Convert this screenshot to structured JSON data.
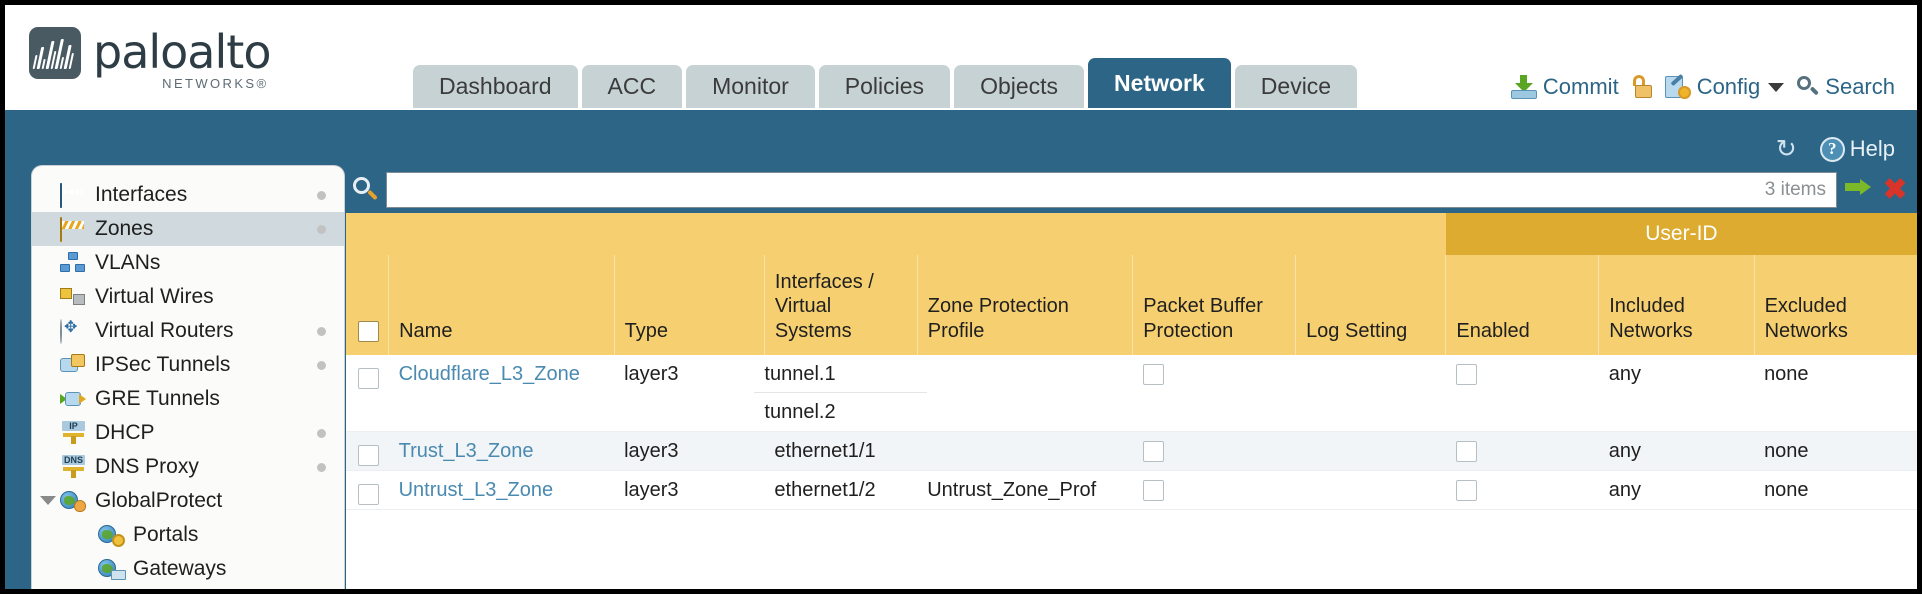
{
  "brand": {
    "name": "paloalto",
    "tagline": "NETWORKS®",
    "logo_icon": "paloalto-logo-icon"
  },
  "nav": {
    "tabs": [
      {
        "label": "Dashboard",
        "active": false
      },
      {
        "label": "ACC",
        "active": false
      },
      {
        "label": "Monitor",
        "active": false
      },
      {
        "label": "Policies",
        "active": false
      },
      {
        "label": "Objects",
        "active": false
      },
      {
        "label": "Network",
        "active": true
      },
      {
        "label": "Device",
        "active": false
      }
    ]
  },
  "top_actions": {
    "commit": "Commit",
    "lock_icon": "unlocked-padlock-icon",
    "config": "Config",
    "search": "Search"
  },
  "subheader": {
    "refresh_icon": "refresh-icon",
    "help": "Help",
    "help_glyph": "?"
  },
  "sidebar": {
    "items": [
      {
        "label": "Interfaces",
        "icon": "interfaces-icon",
        "selected": false,
        "dot": true,
        "child": false,
        "twisty": false
      },
      {
        "label": "Zones",
        "icon": "zones-icon",
        "selected": true,
        "dot": true,
        "child": false,
        "twisty": false
      },
      {
        "label": "VLANs",
        "icon": "vlans-icon",
        "selected": false,
        "dot": false,
        "child": false,
        "twisty": false
      },
      {
        "label": "Virtual Wires",
        "icon": "virtual-wires-icon",
        "selected": false,
        "dot": false,
        "child": false,
        "twisty": false
      },
      {
        "label": "Virtual Routers",
        "icon": "virtual-routers-icon",
        "selected": false,
        "dot": true,
        "child": false,
        "twisty": false
      },
      {
        "label": "IPSec Tunnels",
        "icon": "ipsec-tunnels-icon",
        "selected": false,
        "dot": true,
        "child": false,
        "twisty": false
      },
      {
        "label": "GRE Tunnels",
        "icon": "gre-tunnels-icon",
        "selected": false,
        "dot": false,
        "child": false,
        "twisty": false
      },
      {
        "label": "DHCP",
        "icon": "dhcp-icon",
        "selected": false,
        "dot": true,
        "child": false,
        "twisty": false
      },
      {
        "label": "DNS Proxy",
        "icon": "dns-proxy-icon",
        "selected": false,
        "dot": true,
        "child": false,
        "twisty": false
      },
      {
        "label": "GlobalProtect",
        "icon": "globalprotect-icon",
        "selected": false,
        "dot": false,
        "child": false,
        "twisty": true
      },
      {
        "label": "Portals",
        "icon": "portals-icon",
        "selected": false,
        "dot": false,
        "child": true,
        "twisty": false
      },
      {
        "label": "Gateways",
        "icon": "gateways-icon",
        "selected": false,
        "dot": false,
        "child": true,
        "twisty": false
      }
    ]
  },
  "filter": {
    "search_icon": "search-icon",
    "value": "",
    "placeholder": "",
    "item_count": "3 items",
    "apply_icon": "apply-filter-arrow-icon",
    "clear_icon": "clear-filter-x-icon",
    "clear_glyph": "✖"
  },
  "table": {
    "group_header": "User-ID",
    "columns": [
      "Name",
      "Type",
      "Interfaces / Virtual Systems",
      "Zone Protection Profile",
      "Packet Buffer Protection",
      "Log Setting",
      "Enabled",
      "Included Networks",
      "Excluded Networks"
    ],
    "rows": [
      {
        "selected": false,
        "name": "Cloudflare_L3_Zone",
        "type": "layer3",
        "interfaces": [
          "tunnel.1",
          "tunnel.2"
        ],
        "zone_protection_profile": "",
        "packet_buffer_protection": false,
        "log_setting": "",
        "userid_enabled": false,
        "included_networks": "any",
        "excluded_networks": "none"
      },
      {
        "selected": false,
        "name": "Trust_L3_Zone",
        "type": "layer3",
        "interfaces": [
          "ethernet1/1"
        ],
        "zone_protection_profile": "",
        "packet_buffer_protection": false,
        "log_setting": "",
        "userid_enabled": false,
        "included_networks": "any",
        "excluded_networks": "none"
      },
      {
        "selected": false,
        "name": "Untrust_L3_Zone",
        "type": "layer3",
        "interfaces": [
          "ethernet1/2"
        ],
        "zone_protection_profile": "Untrust_Zone_Prof",
        "packet_buffer_protection": false,
        "log_setting": "",
        "userid_enabled": false,
        "included_networks": "any",
        "excluded_networks": "none"
      }
    ]
  },
  "colors": {
    "brand_blue": "#2d6587",
    "header_gold": "#f6d070",
    "group_gold": "#ddab30",
    "tab_inactive": "#c6d2d4",
    "link_blue": "#4a8ab0"
  }
}
